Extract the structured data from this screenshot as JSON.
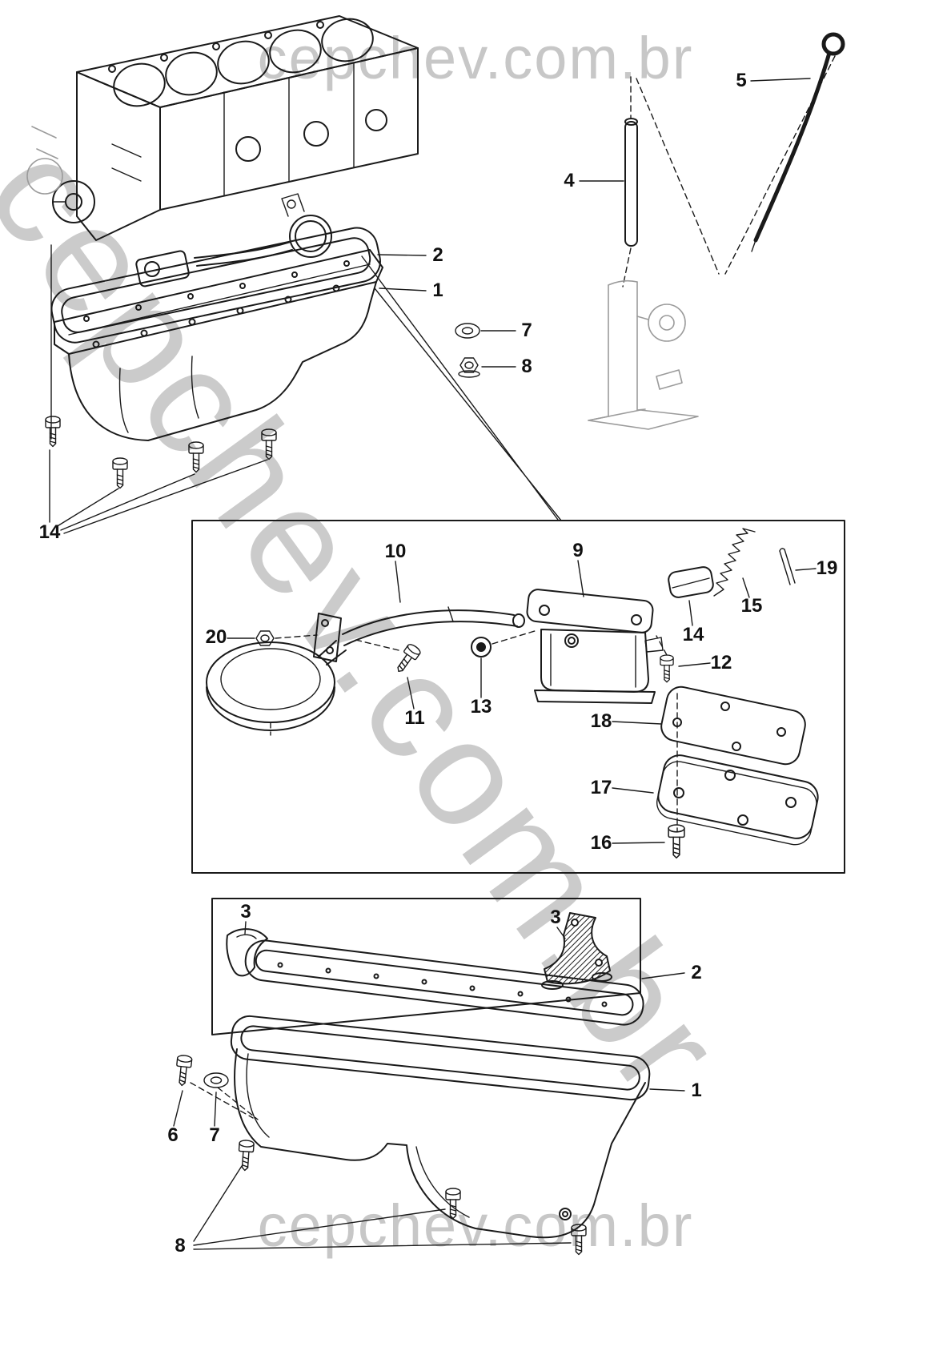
{
  "watermark": {
    "top": "cepchev.com.br",
    "diagonal": "cepchev.com.br",
    "bottom": "cepchev.com.br"
  },
  "callouts": [
    {
      "label": "2"
    },
    {
      "label": "1"
    },
    {
      "label": "5"
    },
    {
      "label": "4"
    },
    {
      "label": "7"
    },
    {
      "label": "8"
    },
    {
      "label": "14"
    },
    {
      "label": "10"
    },
    {
      "label": "9"
    },
    {
      "label": "19"
    },
    {
      "label": "15"
    },
    {
      "label": "14"
    },
    {
      "label": "20"
    },
    {
      "label": "11"
    },
    {
      "label": "13"
    },
    {
      "label": "12"
    },
    {
      "label": "18"
    },
    {
      "label": "17"
    },
    {
      "label": "16"
    },
    {
      "label": "3"
    },
    {
      "label": "3"
    },
    {
      "label": "2"
    },
    {
      "label": "1"
    },
    {
      "label": "6"
    },
    {
      "label": "7"
    },
    {
      "label": "8"
    }
  ]
}
